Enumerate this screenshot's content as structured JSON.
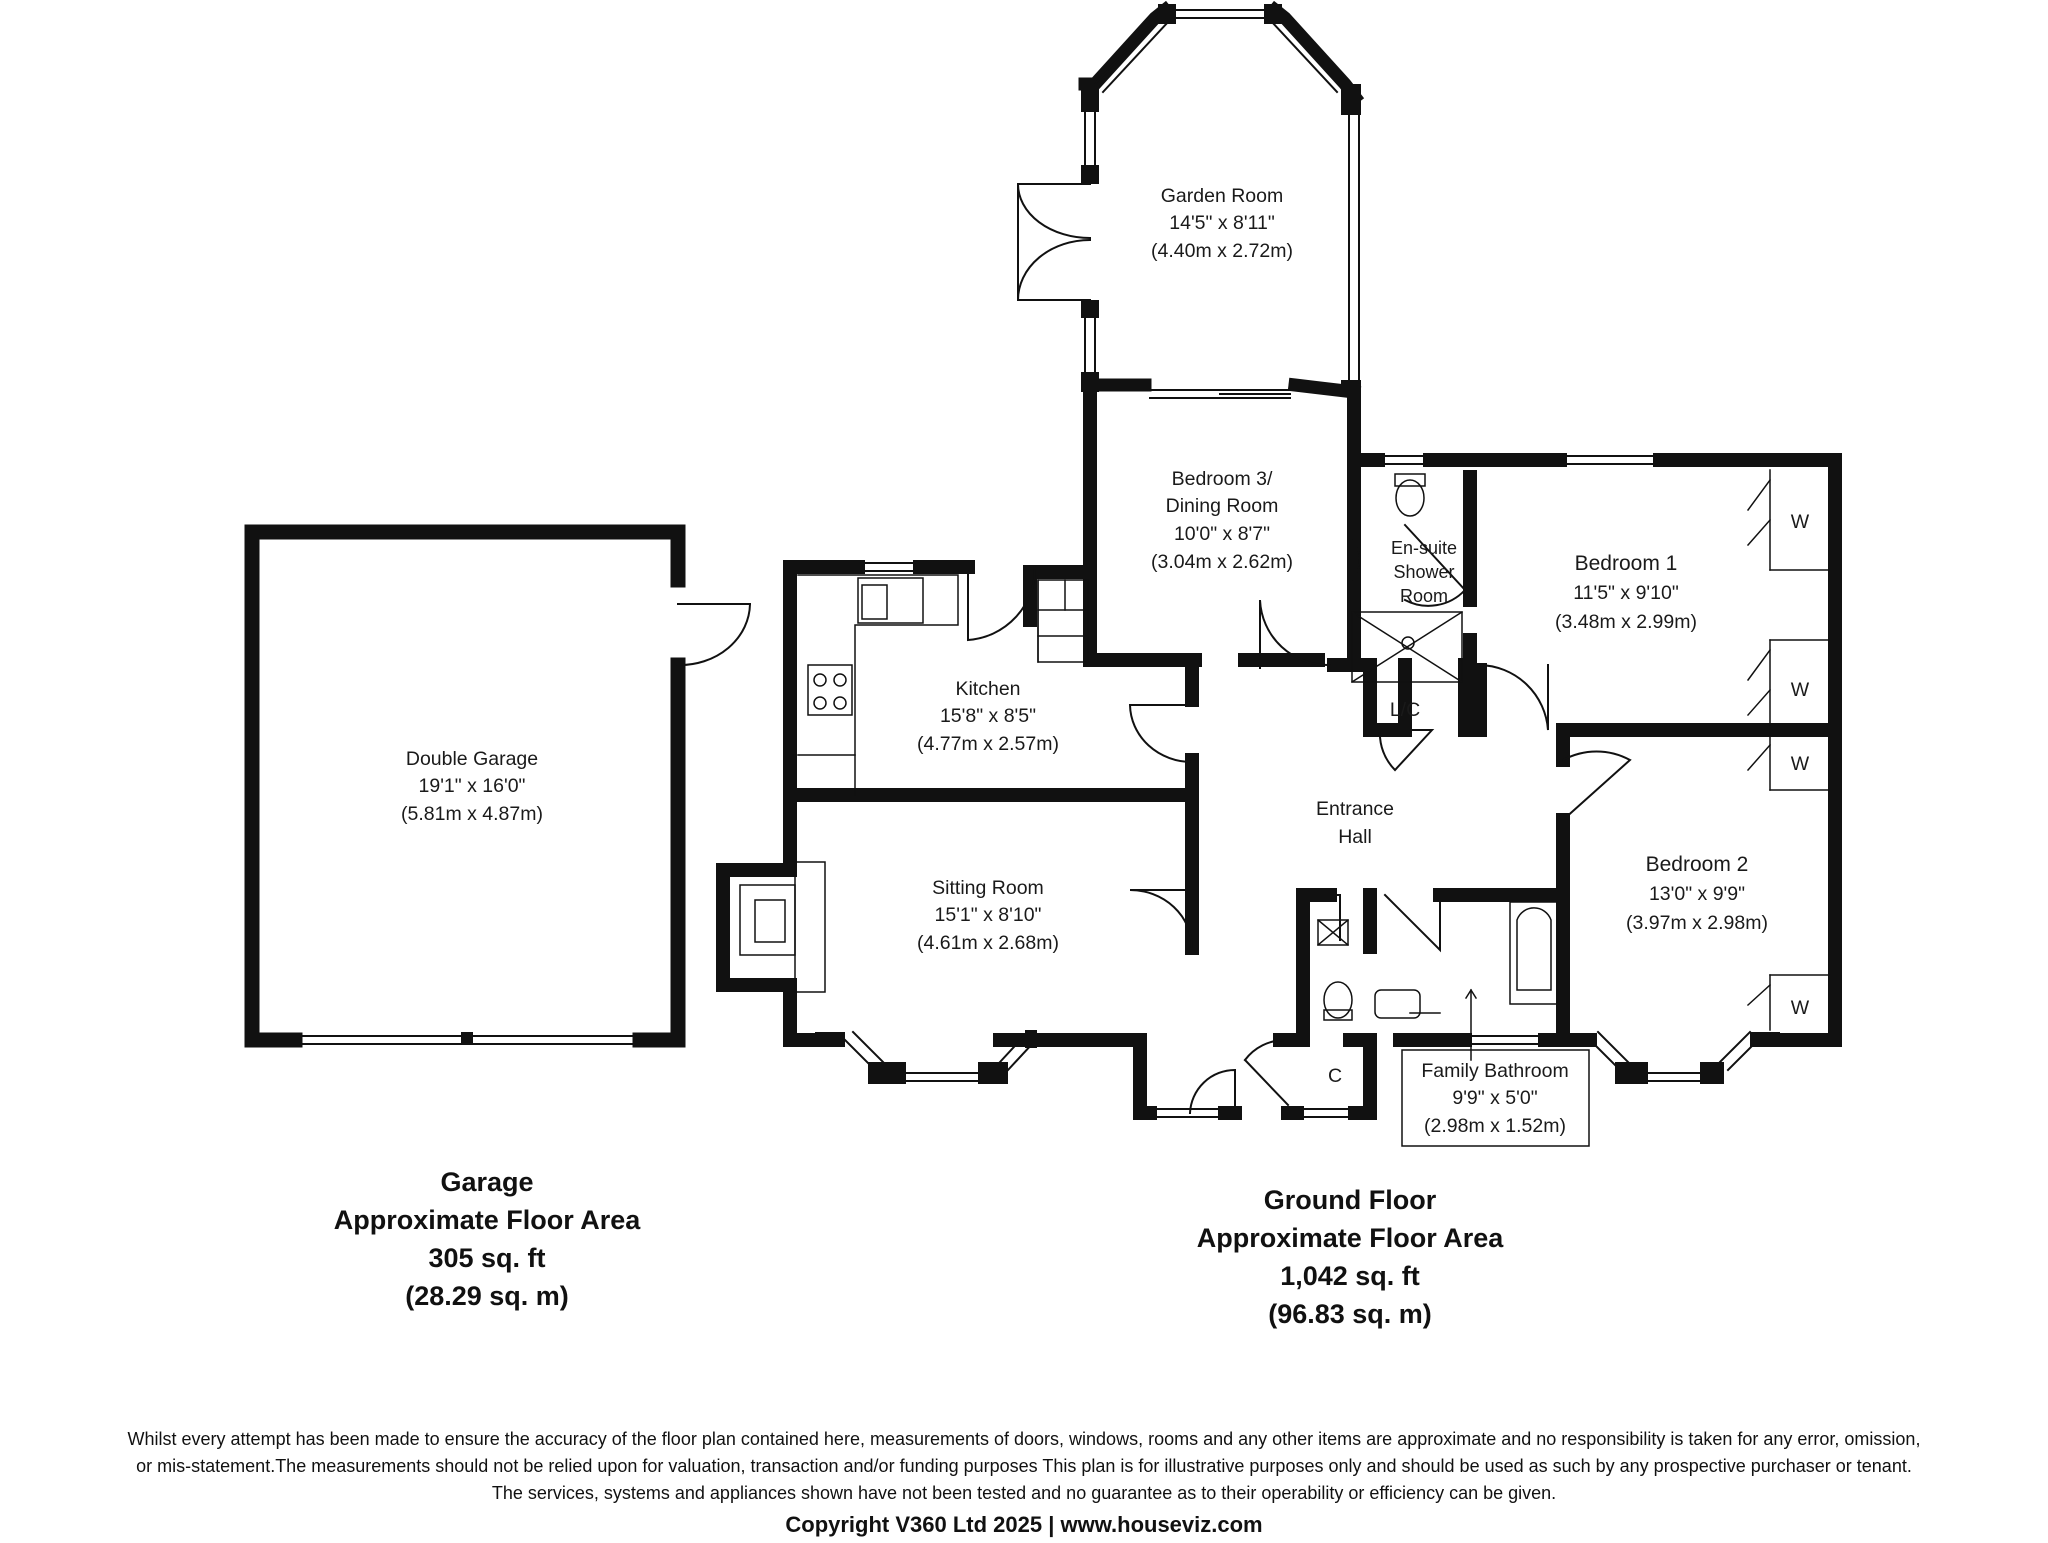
{
  "rooms": {
    "garden_room": {
      "name": "Garden Room",
      "imperial": "14'5\" x 8'11\"",
      "metric": "(4.40m x 2.72m)"
    },
    "bedroom3": {
      "name_line1": "Bedroom 3/",
      "name_line2": "Dining Room",
      "imperial": "10'0\" x 8'7\"",
      "metric": "(3.04m x 2.62m)"
    },
    "ensuite": {
      "line1": "En-suite",
      "line2": "Shower",
      "line3": "Room"
    },
    "bedroom1": {
      "name": "Bedroom 1",
      "imperial": "11'5\" x 9'10\"",
      "metric": "(3.48m x 2.99m)"
    },
    "kitchen": {
      "name": "Kitchen",
      "imperial": "15'8\" x 8'5\"",
      "metric": "(4.77m x 2.57m)"
    },
    "lc": {
      "label": "L/C"
    },
    "double_garage": {
      "name": "Double Garage",
      "imperial": "19'1\" x 16'0\"",
      "metric": "(5.81m x 4.87m)"
    },
    "entrance_hall": {
      "line1": "Entrance",
      "line2": "Hall"
    },
    "bedroom2": {
      "name": "Bedroom 2",
      "imperial": "13'0\" x 9'9\"",
      "metric": "(3.97m x 2.98m)"
    },
    "sitting_room": {
      "name": "Sitting Room",
      "imperial": "15'1\" x 8'10\"",
      "metric": "(4.61m x 2.68m)"
    },
    "cupboard": {
      "label": "C"
    },
    "family_bathroom": {
      "name": "Family Bathroom",
      "imperial": "9'9\" x 5'0\"",
      "metric": "(2.98m x 1.52m)"
    },
    "wardrobe_label": "W"
  },
  "areas": {
    "garage": {
      "line1": "Garage",
      "line2": "Approximate Floor Area",
      "line3": "305 sq. ft",
      "line4": "(28.29 sq. m)"
    },
    "ground": {
      "line1": "Ground Floor",
      "line2": "Approximate Floor Area",
      "line3": "1,042 sq. ft",
      "line4": "(96.83 sq. m)"
    }
  },
  "disclaimer": {
    "line1": "Whilst every attempt has been made to ensure the accuracy of the floor plan contained here, measurements of doors, windows, rooms and any other items are approximate and no responsibility is taken for any error, omission,",
    "line2": "or mis-statement.The measurements should not be relied upon for valuation, transaction and/or funding purposes This plan is for illustrative purposes only and should be used as such by any prospective purchaser or tenant.",
    "line3": "The services, systems and appliances shown have not been tested and no guarantee as to their operability or efficiency can be given."
  },
  "copyright": "Copyright V360 Ltd 2025 | www.houseviz.com",
  "colors": {
    "wall": "#111111",
    "line": "#222222",
    "background": "#ffffff"
  }
}
